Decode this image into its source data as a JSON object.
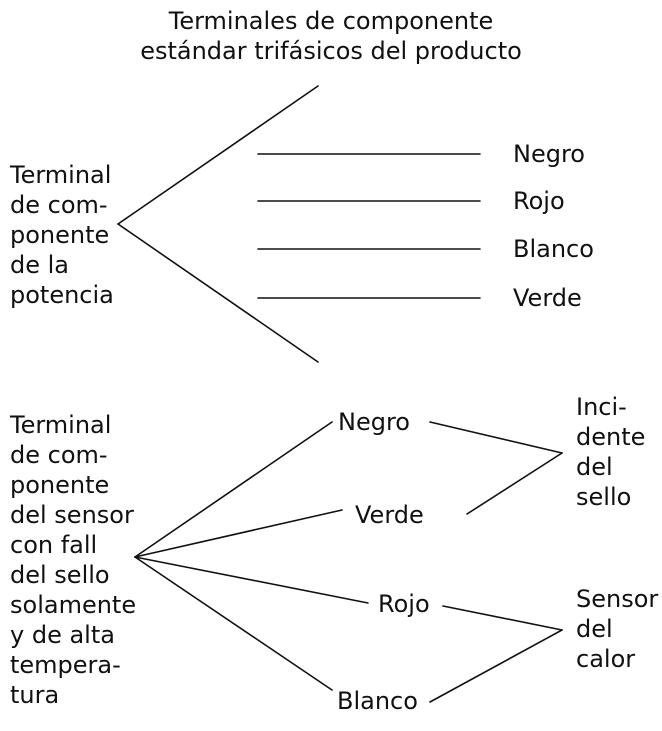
{
  "title": {
    "line1": "Terminales de componente",
    "line2": "estándar trifásicos del producto"
  },
  "power_terminal": {
    "label_lines": [
      "Terminal",
      "de com-",
      "ponente",
      "de la",
      "potencia"
    ],
    "wires": [
      "Negro",
      "Rojo",
      "Blanco",
      "Verde"
    ]
  },
  "sensor_terminal": {
    "label_lines": [
      "Terminal",
      "de com-",
      "ponente",
      "del sensor",
      "con fall",
      "del sello",
      "solamente",
      "y de alta",
      "tempera-",
      "tura"
    ],
    "wires": [
      "Negro",
      "Verde",
      "Rojo",
      "Blanco"
    ],
    "groups": [
      {
        "label_lines": [
          "Inci-",
          "dente",
          "del",
          "sello"
        ]
      },
      {
        "label_lines": [
          "Sensor",
          "del",
          "calor"
        ]
      }
    ]
  }
}
